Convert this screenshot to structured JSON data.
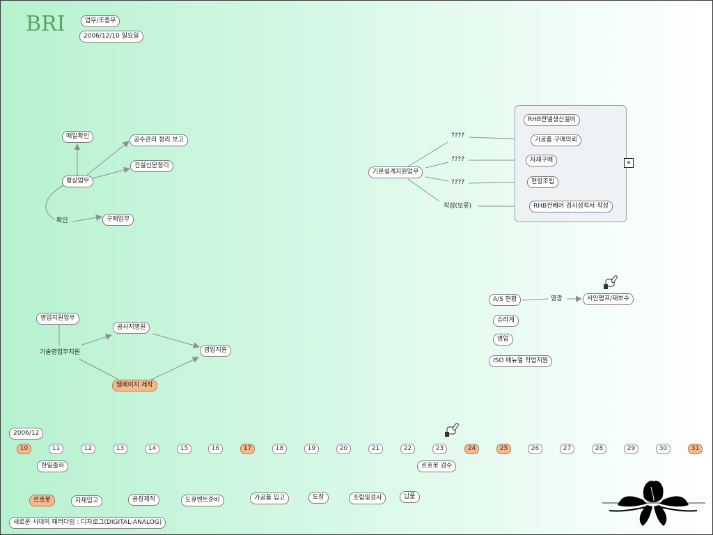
{
  "header": {
    "logo": "BRI",
    "author": "업무/조종우",
    "date": "2006/12/10 일요일"
  },
  "mindmap_left": {
    "daily_check": "매일확인",
    "labor_report": "공수관리 정리 보고",
    "routine_work": "평상업무",
    "construction_news": "건설신문정리",
    "confirm": "확인",
    "purchase_work": "구매업무"
  },
  "design_support": {
    "root": "기본설계지원업무",
    "branch_1": "????",
    "branch_2": "????",
    "branch_3": "????",
    "branch_4": "작성(보류)",
    "box_items": [
      "RHB판넬생산설비",
      "가공품 구매의뢰",
      "자재구매",
      "현장조립",
      "RHB컨베어 검사성적서 작성"
    ],
    "collapse_glyph": "«"
  },
  "sales_support": {
    "sales_support_work": "영업지원업무",
    "tech_sales_support": "기술영업무지원",
    "construction_support": "공사지명원",
    "web_page": "웹페이지 제작",
    "sales_support": "영업지원"
  },
  "as_section": {
    "as_status": "A/S 현황",
    "sales_label": "영광",
    "seoan_pump": "서안펌프/재보수",
    "shuragae": "슈라게",
    "sales": "영업",
    "iso_manual": "ISO 메뉴얼 작업지원"
  },
  "timeline": {
    "month": "2006/12",
    "days": [
      {
        "label": "10",
        "highlight": true
      },
      {
        "label": "11",
        "highlight": false
      },
      {
        "label": "12",
        "highlight": false
      },
      {
        "label": "13",
        "highlight": false
      },
      {
        "label": "14",
        "highlight": false
      },
      {
        "label": "15",
        "highlight": false
      },
      {
        "label": "16",
        "highlight": false
      },
      {
        "label": "17",
        "highlight": true
      },
      {
        "label": "18",
        "highlight": false
      },
      {
        "label": "19",
        "highlight": false
      },
      {
        "label": "20",
        "highlight": false
      },
      {
        "label": "21",
        "highlight": false
      },
      {
        "label": "22",
        "highlight": false
      },
      {
        "label": "23",
        "highlight": false
      },
      {
        "label": "24",
        "highlight": true
      },
      {
        "label": "25",
        "highlight": true
      },
      {
        "label": "26",
        "highlight": false
      },
      {
        "label": "27",
        "highlight": false
      },
      {
        "label": "28",
        "highlight": false
      },
      {
        "label": "29",
        "highlight": false
      },
      {
        "label": "30",
        "highlight": false
      },
      {
        "label": "31",
        "highlight": true
      }
    ],
    "event_hanil": "한일출하",
    "event_rhobot": "르호봇 검수"
  },
  "process": {
    "steps": [
      "르호봇",
      "자재입고",
      "공장제작",
      "도큐멘트준비",
      "가공품 입고",
      "도장",
      "조립및검사",
      "납품"
    ]
  },
  "footer": {
    "slogan": "새로운 시대의 패러다임 : 디자로그(DIGITAL-ANALOG)"
  },
  "colors": {
    "highlight": "#f6b98c",
    "logo": "#5aa26a",
    "arrow": "#8f8f8f"
  }
}
